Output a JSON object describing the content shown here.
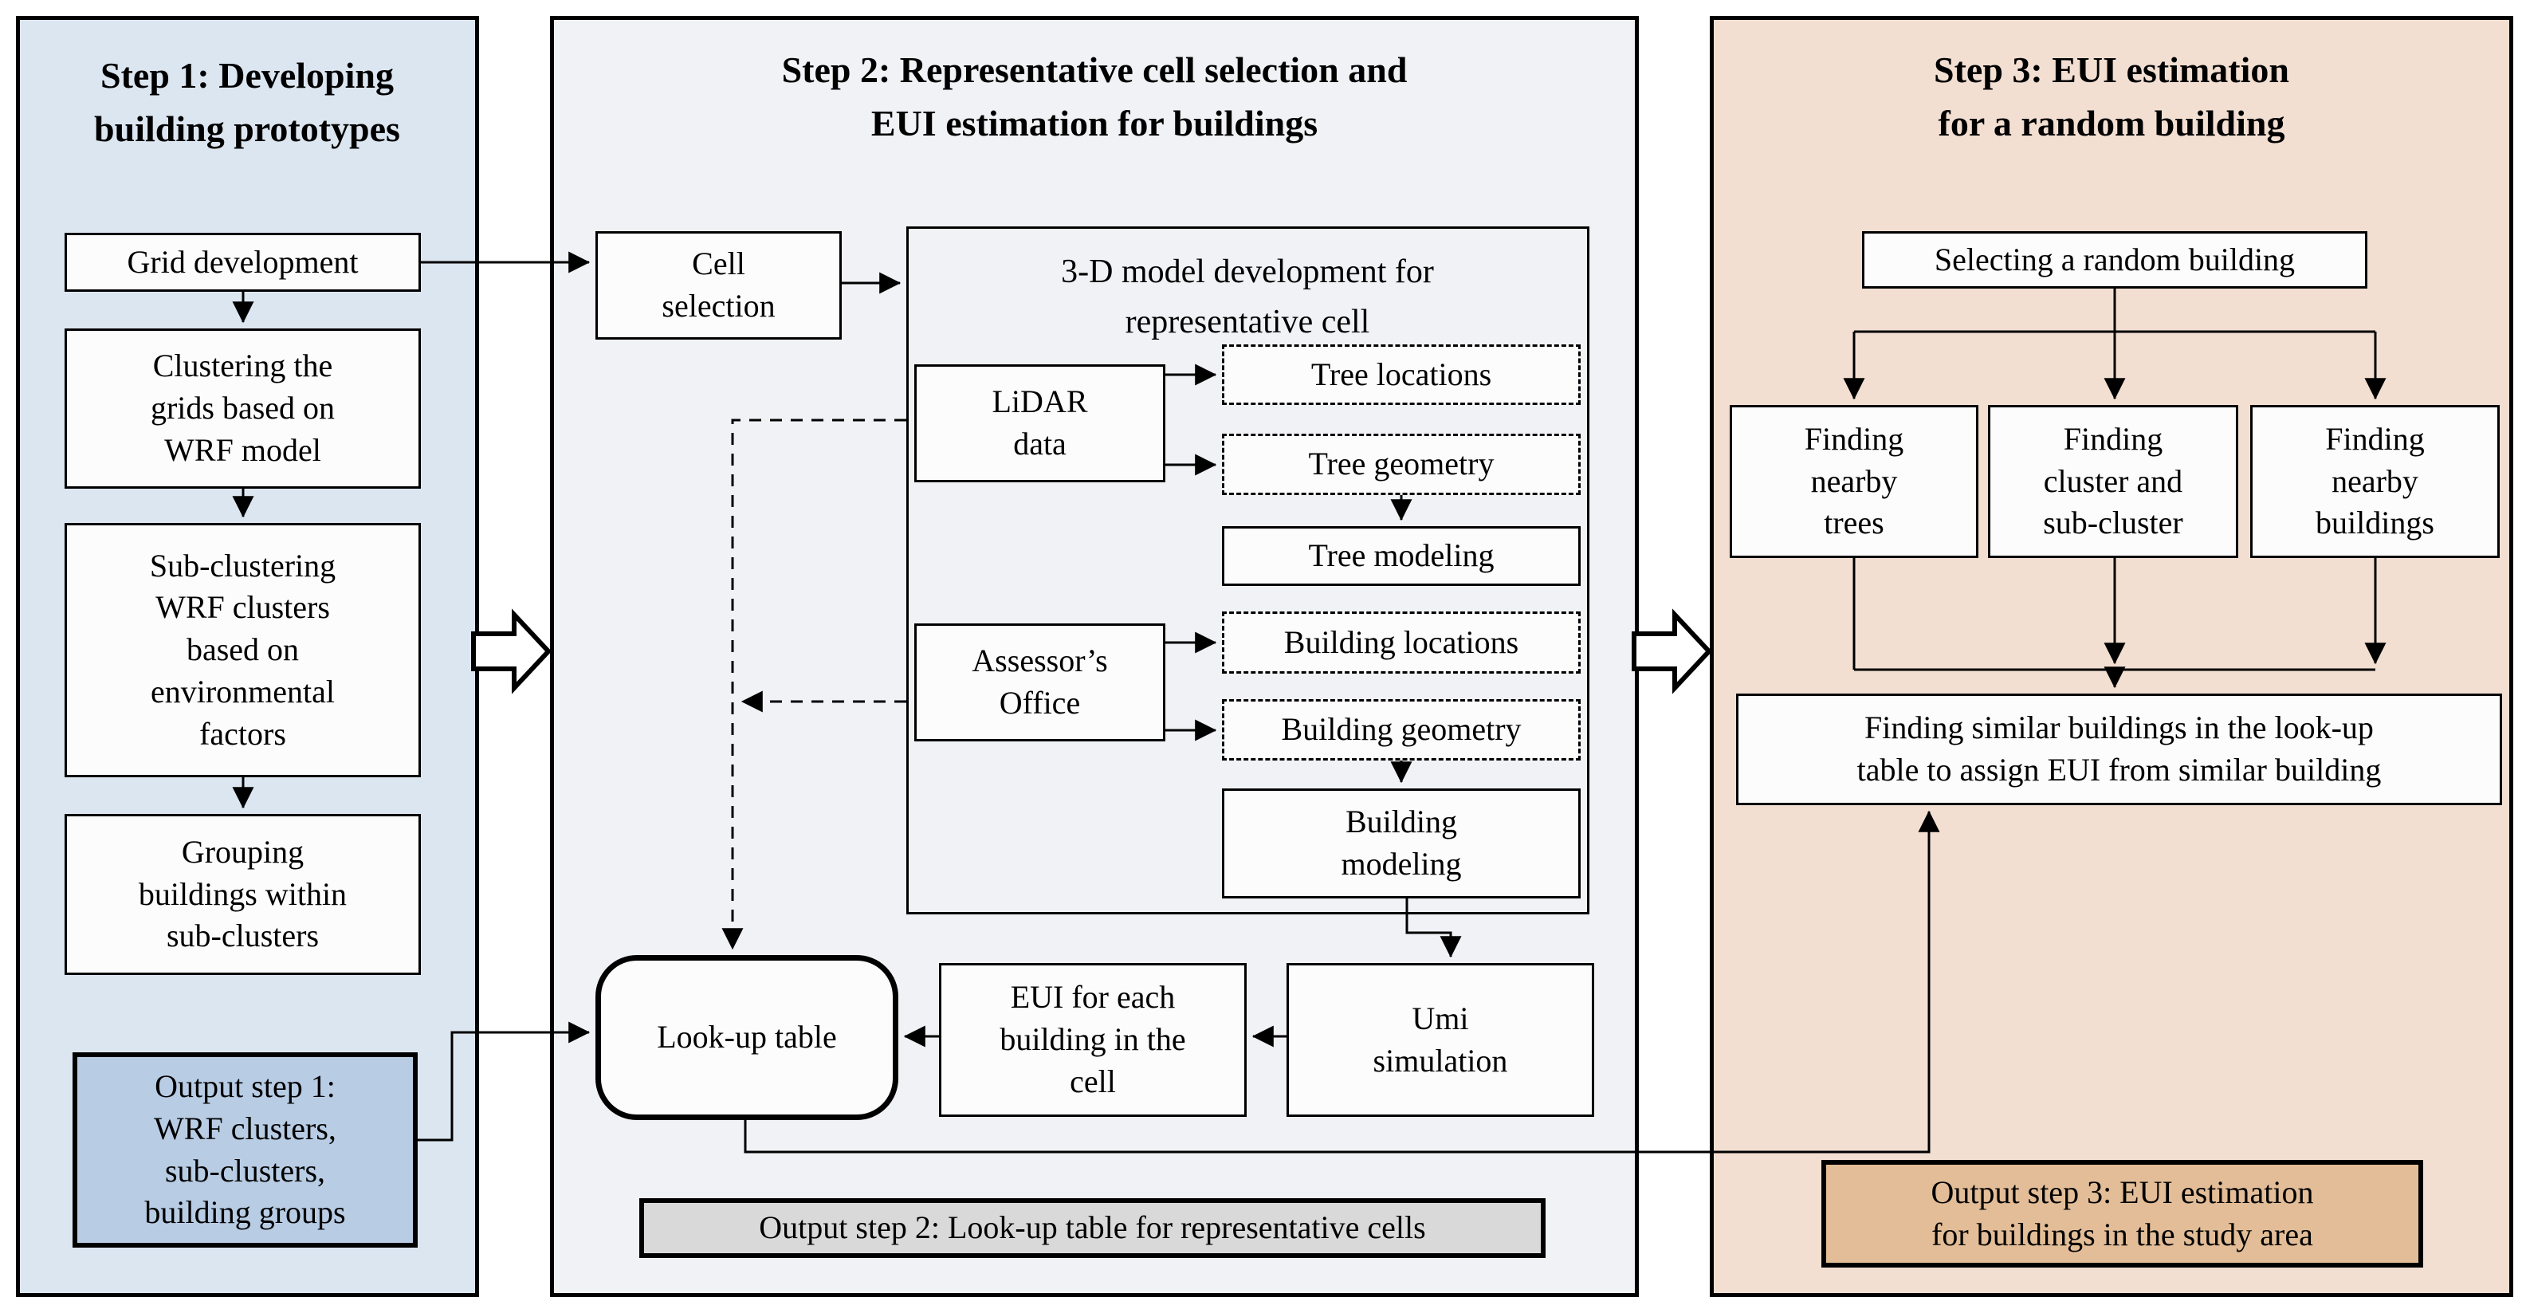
{
  "panels": {
    "step1": {
      "title": "Step 1: Developing\nbuilding prototypes",
      "boxes": {
        "grid": "Grid development",
        "clustering": "Clustering the\ngrids based on\nWRF model",
        "subclustering": "Sub-clustering\nWRF clusters\nbased on\nenvironmental\nfactors",
        "grouping": "Grouping\nbuildings within\nsub-clusters",
        "output": "Output step 1:\nWRF clusters,\nsub-clusters,\nbuilding groups"
      }
    },
    "step2": {
      "title": "Step 2: Representative cell selection and\nEUI estimation for buildings",
      "boxes": {
        "cell_selection": "Cell\nselection",
        "container_title": "3-D model development for\nrepresentative cell",
        "lidar": "LiDAR\ndata",
        "tree_locations": "Tree locations",
        "tree_geometry": "Tree geometry",
        "tree_modeling": "Tree modeling",
        "assessor": "Assessor’s\nOffice",
        "building_locations": "Building locations",
        "building_geometry": "Building geometry",
        "building_modeling": "Building\nmodeling",
        "lookup": "Look-up table",
        "eui_each": "EUI for each\nbuilding in the\ncell",
        "umi": "Umi\nsimulation",
        "output": "Output step 2: Look-up table for representative cells"
      }
    },
    "step3": {
      "title": "Step 3: EUI estimation\nfor a random building",
      "boxes": {
        "selecting": "Selecting a random building",
        "finding_trees": "Finding\nnearby\ntrees",
        "finding_cluster": "Finding\ncluster and\nsub-cluster",
        "finding_buildings": "Finding\nnearby\nbuildings",
        "finding_similar": "Finding similar buildings in the look-up\ntable to assign EUI from similar building",
        "output": "Output step 3: EUI estimation\nfor buildings in the study area"
      }
    }
  },
  "colors": {
    "step1_bg": "#dce6f1",
    "step1_output_bg": "#b8cce4",
    "step2_bg": "#f1f2f5",
    "step2_output_bg": "#d9d9d9",
    "step3_bg": "#f2dfd2",
    "step3_output_bg": "#e2bd97",
    "node_bg": "#fcfcfd",
    "line": "#000000"
  }
}
